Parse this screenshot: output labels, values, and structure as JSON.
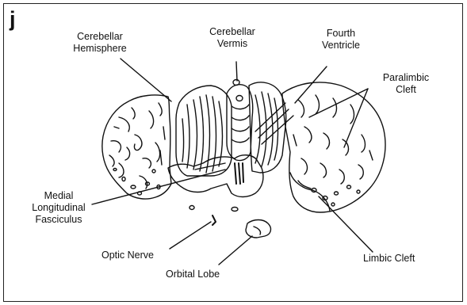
{
  "panel_letter": "j",
  "labels": {
    "cerebellar_hemisphere": "Cerebellar\nHemisphere",
    "cerebellar_vermis": "Cerebellar\nVermis",
    "fourth_ventricle": "Fourth\nVentricle",
    "paralimbic_cleft": "Paralimbic\nCleft",
    "medial_longitudinal_fasciculus": "Medial\nLongitudinal\nFasciculus",
    "optic_nerve": "Optic Nerve",
    "orbital_lobe": "Orbital Lobe",
    "limbic_cleft": "Limbic Cleft"
  },
  "colors": {
    "ink": "#111111",
    "background": "#ffffff"
  }
}
